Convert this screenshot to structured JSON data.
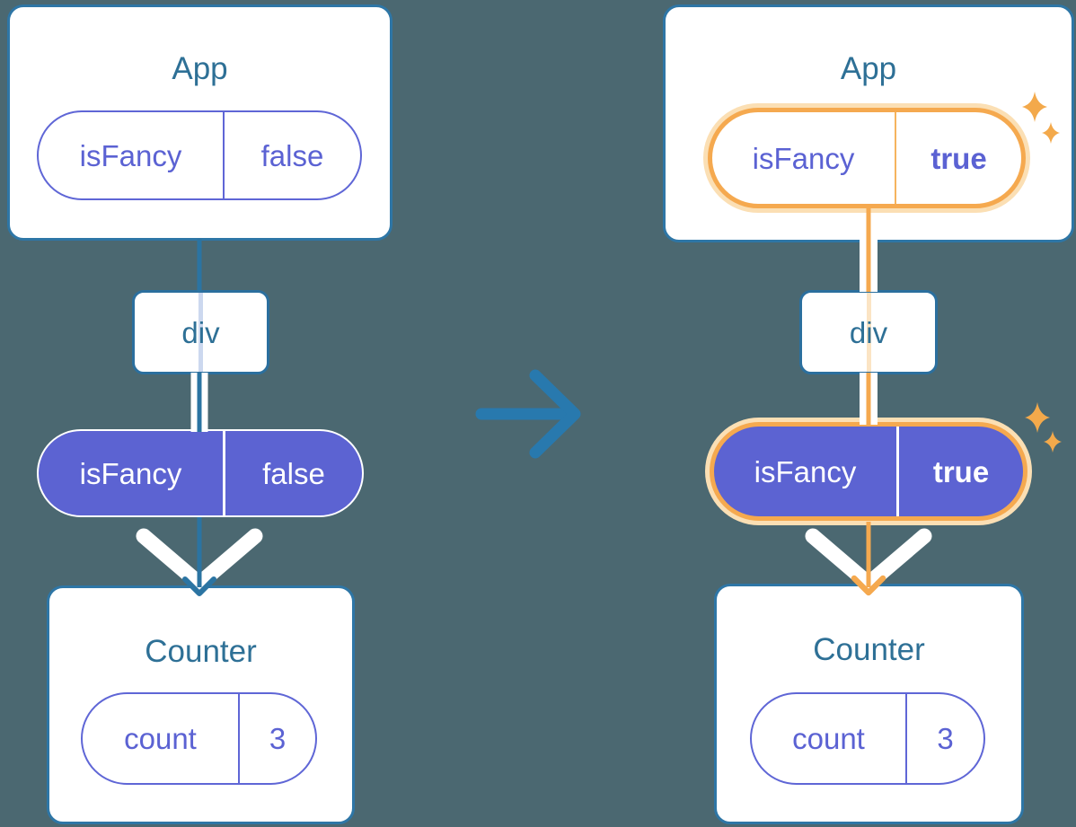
{
  "palette": {
    "background": "#4b6871",
    "card_border": "#2e76a6",
    "title_text": "#2e7096",
    "purple_text": "#5b62d3",
    "purple_fill": "#5c63d2",
    "highlight_orange": "#f5a94f",
    "highlight_orange_pale": "#fbdfb4",
    "teal_line": "#2b74a2",
    "arrow_white": "#ffffff",
    "sparkle_orange": "#f3a94b"
  },
  "left_tree": {
    "app": {
      "title": "App",
      "prop": {
        "key": "isFancy",
        "value": "false"
      }
    },
    "div_label": "div",
    "passed_prop": {
      "key": "isFancy",
      "value": "false"
    },
    "counter": {
      "title": "Counter",
      "state": {
        "key": "count",
        "value": "3"
      }
    }
  },
  "right_tree": {
    "app": {
      "title": "App",
      "prop": {
        "key": "isFancy",
        "value": "true"
      }
    },
    "div_label": "div",
    "passed_prop": {
      "key": "isFancy",
      "value": "true"
    },
    "counter": {
      "title": "Counter",
      "state": {
        "key": "count",
        "value": "3"
      }
    }
  }
}
